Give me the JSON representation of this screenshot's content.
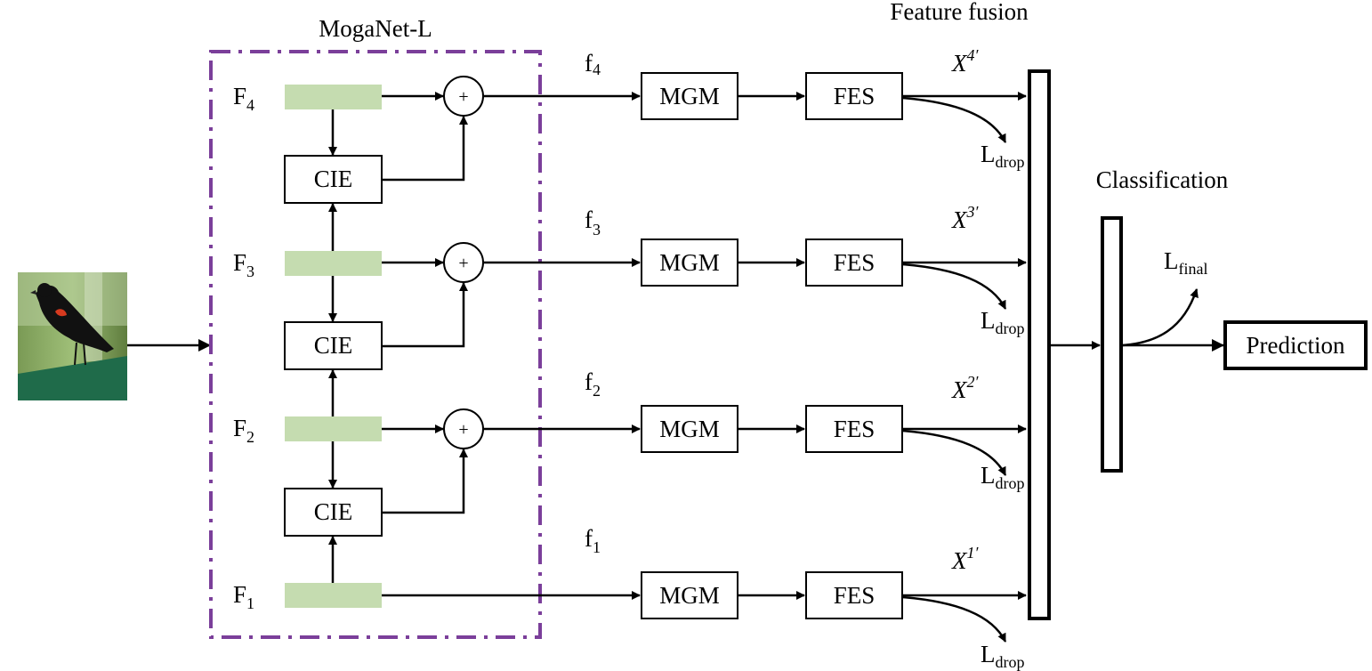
{
  "backbone": {
    "title": "MogaNet-L",
    "features": [
      {
        "letter": "F",
        "sub": "4"
      },
      {
        "letter": "F",
        "sub": "3"
      },
      {
        "letter": "F",
        "sub": "2"
      },
      {
        "letter": "F",
        "sub": "1"
      }
    ],
    "cie_label": "CIE",
    "sum_symbol": "+",
    "border_color": "#7b3f9a"
  },
  "branches": [
    {
      "f_letter": "f",
      "f_sub": "4",
      "mgm": "MGM",
      "fes": "FES",
      "x_base": "X",
      "x_sup": "4′",
      "loss": "L",
      "loss_sub": "drop"
    },
    {
      "f_letter": "f",
      "f_sub": "3",
      "mgm": "MGM",
      "fes": "FES",
      "x_base": "X",
      "x_sup": "3′",
      "loss": "L",
      "loss_sub": "drop"
    },
    {
      "f_letter": "f",
      "f_sub": "2",
      "mgm": "MGM",
      "fes": "FES",
      "x_base": "X",
      "x_sup": "2′",
      "loss": "L",
      "loss_sub": "drop"
    },
    {
      "f_letter": "f",
      "f_sub": "1",
      "mgm": "MGM",
      "fes": "FES",
      "x_base": "X",
      "x_sup": "1′",
      "loss": "L",
      "loss_sub": "drop"
    }
  ],
  "fusion": {
    "title": "Feature fusion"
  },
  "classification": {
    "title": "Classification",
    "loss": "L",
    "loss_sub": "final"
  },
  "prediction": {
    "label": "Prediction"
  },
  "input": {
    "subject": "bird-photo"
  },
  "colors": {
    "feature_block": "#c5dcb0",
    "backbone_border": "#7b3f9a"
  }
}
